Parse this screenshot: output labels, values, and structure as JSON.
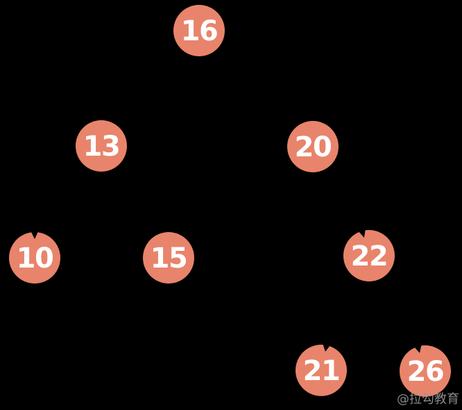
{
  "diagram": {
    "type": "binary-search-tree",
    "nodes": [
      {
        "value": "16"
      },
      {
        "value": "13"
      },
      {
        "value": "20"
      },
      {
        "value": "10"
      },
      {
        "value": "15"
      },
      {
        "value": "22"
      },
      {
        "value": "21"
      },
      {
        "value": "26"
      }
    ],
    "edges": [
      {
        "from": "16",
        "to": "13"
      },
      {
        "from": "16",
        "to": "20"
      },
      {
        "from": "13",
        "to": "10"
      },
      {
        "from": "13",
        "to": "15"
      },
      {
        "from": "20",
        "to": "22"
      },
      {
        "from": "22",
        "to": "21"
      },
      {
        "from": "22",
        "to": "26"
      }
    ],
    "colors": {
      "background": "#000000",
      "node_fill": "#e8846b",
      "node_text": "#ffffff",
      "edge": "#000000",
      "watermark_text": "#999999"
    }
  },
  "watermark": {
    "text": "@拉勾教育"
  }
}
